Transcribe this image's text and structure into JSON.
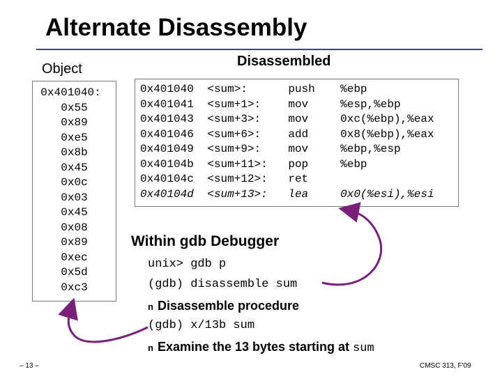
{
  "slide": {
    "title": "Alternate Disassembly",
    "object_header": "Object",
    "disassembled_header": "Disassembled",
    "object_bytes": [
      "0x401040:",
      "0x55",
      "0x89",
      "0xe5",
      "0x8b",
      "0x45",
      "0x0c",
      "0x03",
      "0x45",
      "0x08",
      "0x89",
      "0xec",
      "0x5d",
      "0xc3"
    ],
    "disassembly_rows": [
      {
        "addr": "0x401040",
        "sym": "<sum>:",
        "op": "push",
        "args": "%ebp"
      },
      {
        "addr": "0x401041",
        "sym": "<sum+1>:",
        "op": "mov",
        "args": "%esp,%ebp"
      },
      {
        "addr": "0x401043",
        "sym": "<sum+3>:",
        "op": "mov",
        "args": "0xc(%ebp),%eax"
      },
      {
        "addr": "0x401046",
        "sym": "<sum+6>:",
        "op": "add",
        "args": "0x8(%ebp),%eax"
      },
      {
        "addr": "0x401049",
        "sym": "<sum+9>:",
        "op": "mov",
        "args": "%ebp,%esp"
      },
      {
        "addr": "0x40104b",
        "sym": "<sum+11>:",
        "op": "pop",
        "args": "%ebp"
      },
      {
        "addr": "0x40104c",
        "sym": "<sum+12>:",
        "op": "ret",
        "args": ""
      },
      {
        "addr": "0x40104d",
        "sym": "<sum+13>:",
        "op": "lea",
        "args": "0x0(%esi),%esi"
      }
    ],
    "gdb_heading": "Within gdb Debugger",
    "cmd_start": "unix> gdb p",
    "cmd_disassemble": "(gdb) disassemble sum",
    "bullet_disassemble": "Disassemble procedure",
    "cmd_examine": "(gdb) x/13b sum",
    "bullet_examine_text": "Examine the 13 bytes starting at ",
    "bullet_examine_code": "sum",
    "bullet_marker": "n",
    "page_number": "– 13 –",
    "course": "CMSC 313, F'09",
    "colors": {
      "title_rule": "#3f3f8f",
      "arrow": "#7a1f7a",
      "box_border": "#777777"
    }
  }
}
